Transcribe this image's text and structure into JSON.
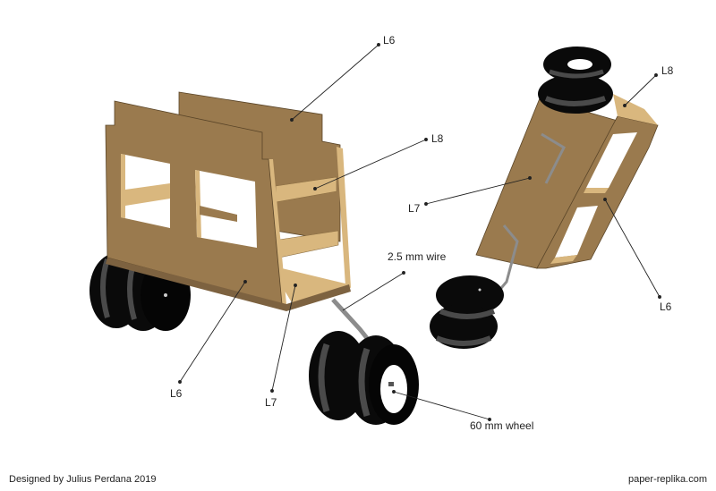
{
  "colors": {
    "wood": "#9a7a4e",
    "wood_dark": "#7d6240",
    "wood_light": "#d9b77e",
    "tire": "#0a0a0a",
    "tread": "#4a4a4a",
    "wire": "#8c8c8c",
    "leader": "#222222"
  },
  "callouts": [
    {
      "id": "l6-top",
      "text": "L6"
    },
    {
      "id": "l8-left",
      "text": "L8"
    },
    {
      "id": "l8-right",
      "text": "L8"
    },
    {
      "id": "l7-right",
      "text": "L7"
    },
    {
      "id": "l6-right",
      "text": "L6"
    },
    {
      "id": "wire",
      "text": "2.5 mm wire"
    },
    {
      "id": "l6-bottom",
      "text": "L6"
    },
    {
      "id": "l7-bottom",
      "text": "L7"
    },
    {
      "id": "wheel",
      "text": "60 mm wheel"
    }
  ],
  "footer": {
    "credit": "Designed by Julius Perdana 2019",
    "site": "paper-replika.com"
  }
}
